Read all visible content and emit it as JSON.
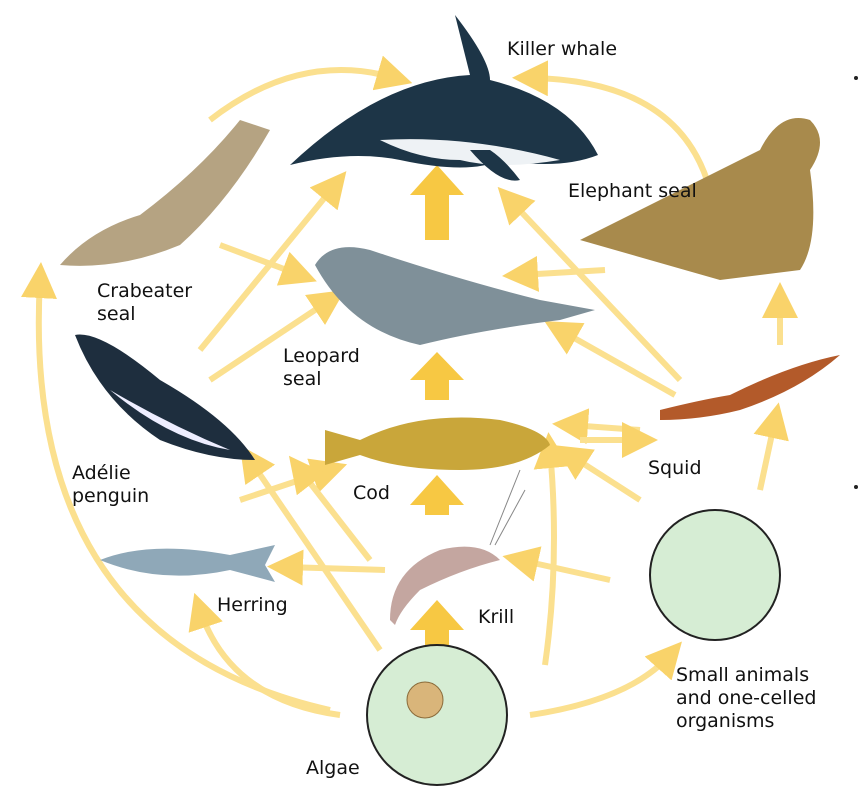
{
  "labels": {
    "killer_whale": "Killer whale",
    "elephant_seal": "Elephant seal",
    "crabeater_seal": [
      "Crabeater",
      "seal"
    ],
    "leopard_seal": [
      "Leopard",
      "seal"
    ],
    "adelie_penguin": [
      "Adélie",
      "penguin"
    ],
    "cod": "Cod",
    "squid": "Squid",
    "herring": "Herring",
    "krill": "Krill",
    "small_animals": [
      "Small animals",
      "and one-celled",
      "organisms"
    ],
    "algae": "Algae"
  },
  "colors": {
    "arrow": "#f9d36a",
    "arrow_main": "#f7c843",
    "circle": "#d6edd4"
  }
}
